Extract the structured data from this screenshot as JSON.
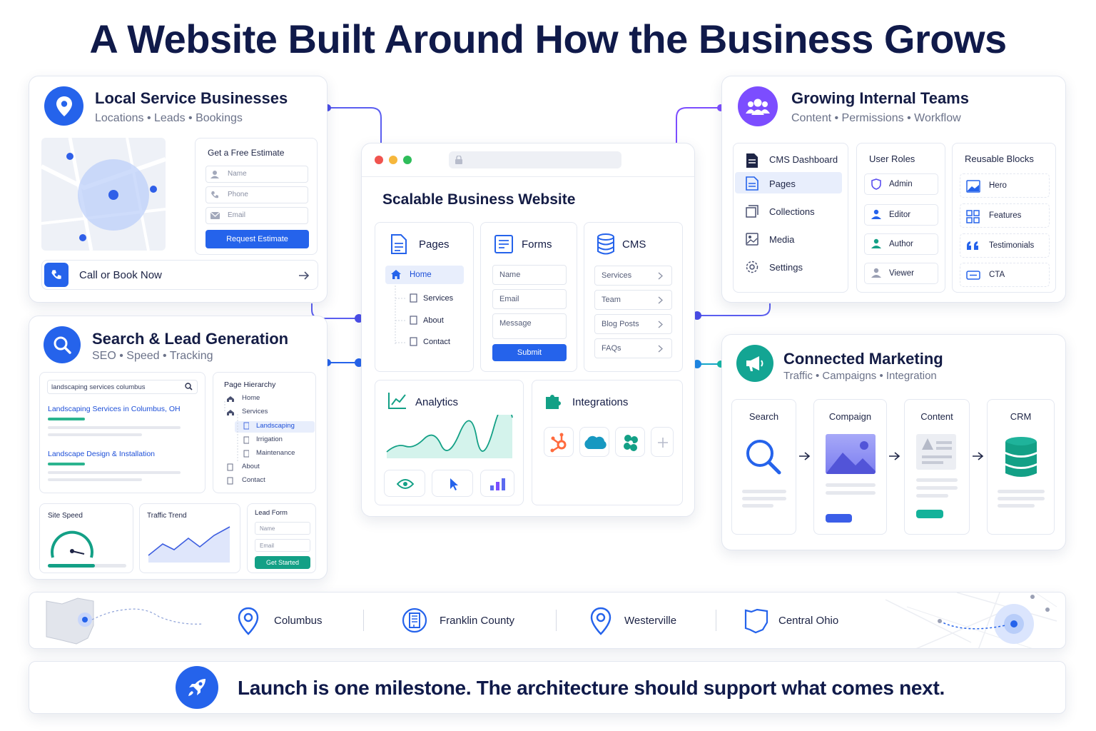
{
  "title": "A Website Built Around How the Business Grows",
  "local": {
    "title": "Local Service Businesses",
    "subtitle": "Locations • Leads • Bookings",
    "form_title": "Get a Free Estimate",
    "name": "Name",
    "phone": "Phone",
    "email": "Email",
    "button": "Request Estimate",
    "cta": "Call or Book Now"
  },
  "search": {
    "title": "Search & Lead Generation",
    "subtitle": "SEO • Speed • Tracking",
    "query": "landscaping services columbus",
    "result1": "Landscaping Services in Columbus, OH",
    "result2": "Landscape Design & Installation",
    "hierarchy_title": "Page Hierarchy",
    "hierarchy": [
      "Home",
      "Services",
      "Landscaping",
      "Irrigation",
      "Maintenance",
      "About",
      "Contact"
    ],
    "site_speed": "Site Speed",
    "speed_fill": 0.6,
    "traffic_trend": "Traffic Trend",
    "lead_form": "Lead Form",
    "lead_name": "Name",
    "lead_email": "Email",
    "lead_button": "Get Started"
  },
  "center": {
    "title": "Scalable Business Website",
    "pages_title": "Pages",
    "pages": [
      "Home",
      "Services",
      "About",
      "Contact"
    ],
    "forms_title": "Forms",
    "forms": [
      "Name",
      "Email",
      "Message"
    ],
    "forms_button": "Submit",
    "cms_title": "CMS",
    "cms_items": [
      "Services",
      "Team",
      "Blog Posts",
      "FAQs"
    ],
    "analytics_title": "Analytics",
    "integrations_title": "Integrations"
  },
  "teams": {
    "title": "Growing Internal Teams",
    "subtitle": "Content • Permissions • Workflow",
    "dashboard_title": "CMS Dashboard",
    "dashboard_items": [
      "Pages",
      "Collections",
      "Media",
      "Settings"
    ],
    "roles_title": "User Roles",
    "roles": [
      "Admin",
      "Editor",
      "Author",
      "Viewer"
    ],
    "blocks_title": "Reusable Blocks",
    "blocks": [
      "Hero",
      "Features",
      "Testimonials",
      "CTA"
    ]
  },
  "marketing": {
    "title": "Connected Marketing",
    "subtitle": "Traffic • Campaigns • Integration",
    "steps": [
      "Search",
      "Compaign",
      "Content",
      "CRM"
    ]
  },
  "locations": [
    "Columbus",
    "Franklin County",
    "Westerville",
    "Central Ohio"
  ],
  "footer": "Launch is one milestone. The architecture should support what comes next.",
  "colors": {
    "blue": "#2563eb",
    "purple": "#7c4dff",
    "teal": "#14b8a6",
    "navy": "#101a4a"
  }
}
